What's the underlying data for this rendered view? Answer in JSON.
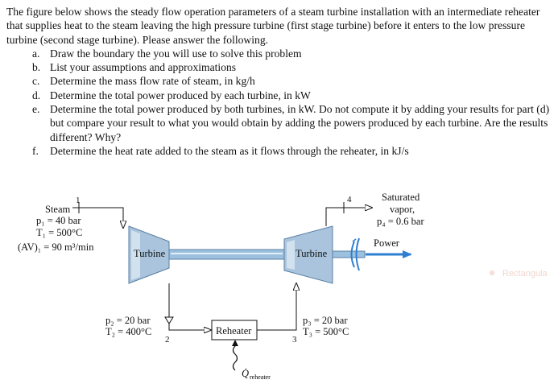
{
  "problem": {
    "intro": "The figure below shows the steady flow operation parameters of a steam turbine installation with an intermediate reheater that supplies heat to the steam leaving the high pressure turbine (first stage turbine) before it enters to the low pressure turbine (second stage turbine).  Please answer the following.",
    "items": [
      {
        "letter": "a.",
        "text": "Draw the boundary the you will use to solve this problem"
      },
      {
        "letter": "b.",
        "text": "List your assumptions and approximations"
      },
      {
        "letter": "c.",
        "text": "Determine the mass flow rate of steam, in kg/h"
      },
      {
        "letter": "d.",
        "text": "Determine the total power produced by each turbine, in kW"
      },
      {
        "letter": "e.",
        "text": "Determine the total power produced by both turbines, in kW.  Do not compute it by adding your results for part (d) but compare your result to what you would obtain by adding the powers produced by each turbine.  Are the results different? Why?"
      },
      {
        "letter": "f.",
        "text": "Determine the heat rate added to the steam as it flows through the reheater, in kJ/s"
      }
    ]
  },
  "diagram": {
    "state1": {
      "num": "1",
      "steam": "Steam",
      "p": "p₁ = 40 bar",
      "t": "T₁ = 500°C",
      "av": "(AV)₁ = 90 m³/min"
    },
    "turbine1": "Turbine",
    "turbine2": "Turbine",
    "state2": {
      "p": "p₂ = 20 bar",
      "t": "T₂ = 400°C",
      "num": "2"
    },
    "reheater": "Reheater",
    "q_reheater": "Q̇",
    "q_sub": "reheater",
    "state3": {
      "p": "p₃ = 20 bar",
      "t": "T₃ = 500°C",
      "num": "3"
    },
    "state4": {
      "num": "4",
      "line1": "Saturated",
      "line2": "vapor,",
      "p": "p₄ = 0.6 bar"
    },
    "power": "Power",
    "overlay_label": "Rectangula",
    "colors": {
      "turbine_fill": "#a9c4dc",
      "turbine_stroke": "#5a7fa3",
      "shaft": "#9cc1df",
      "power_arrow": "#2e7fd0"
    }
  }
}
